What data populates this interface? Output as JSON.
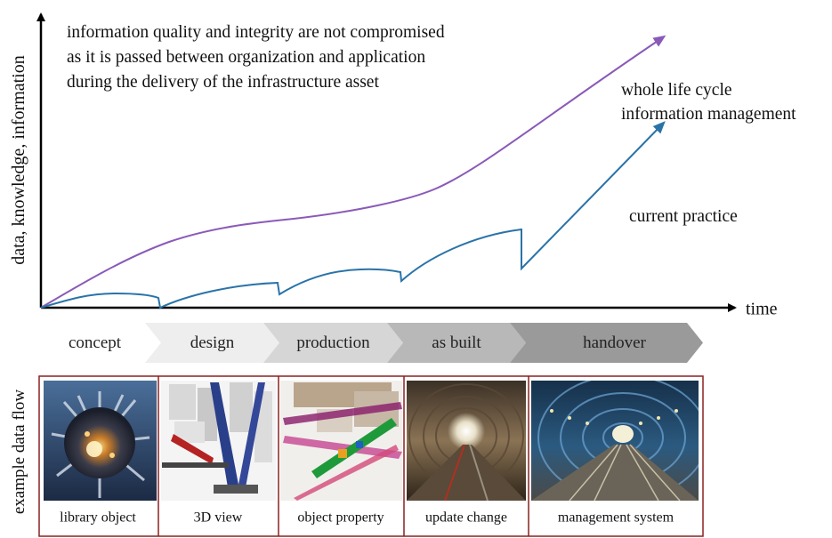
{
  "axes": {
    "y_label": "data, knowledge, information",
    "x_label": "time"
  },
  "annotation": {
    "lines": [
      "information quality and integrity are not compromised",
      "as it is passed between organization and application",
      "during the delivery of the infrastructure asset"
    ]
  },
  "curves": {
    "whole_life": {
      "lines": [
        "whole life cycle",
        "information management"
      ],
      "color": "#8a5ab8"
    },
    "current": {
      "label": "current practice",
      "color": "#2a73a8"
    }
  },
  "stages": [
    "concept",
    "design",
    "production",
    "as built",
    "handover"
  ],
  "stage_colors": [
    "#ffffff",
    "#eeeeee",
    "#d6d6d6",
    "#b8b8b8",
    "#9a9a9a"
  ],
  "data_flow": {
    "side_label": "example data flow",
    "panels": [
      {
        "label": "library object",
        "picture": "library-object-image"
      },
      {
        "label": "3D view",
        "picture": "3d-view-image"
      },
      {
        "label": "object property",
        "picture": "object-property-image"
      },
      {
        "label": "update change",
        "picture": "update-change-image"
      },
      {
        "label": "management system",
        "picture": "management-system-image"
      }
    ],
    "frame_color": "#8b2020"
  }
}
